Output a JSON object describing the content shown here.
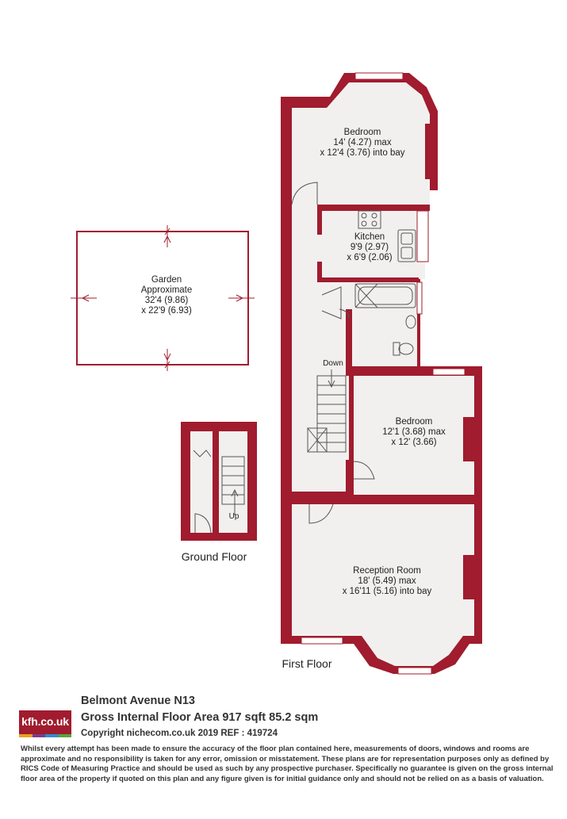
{
  "colors": {
    "wall": "#a01c2e",
    "floor": "#f2f0ee",
    "text": "#222222"
  },
  "rooms": {
    "bedroom_top": {
      "name": "Bedroom",
      "line1": "14' (4.27) max",
      "line2": "x 12'4 (3.76) into bay"
    },
    "kitchen": {
      "name": "Kitchen",
      "line1": "9'9 (2.97)",
      "line2": "x 6'9 (2.06)"
    },
    "bedroom_mid": {
      "name": "Bedroom",
      "line1": "12'1 (3.68) max",
      "line2": "x 12' (3.66)"
    },
    "reception": {
      "name": "Reception Room",
      "line1": "18' (5.49) max",
      "line2": "x 16'11 (5.16) into bay"
    },
    "garden": {
      "name": "Garden",
      "line1": "Approximate",
      "line2": "32'4 (9.86)",
      "line3": "x 22'9 (6.93)"
    }
  },
  "stairs": {
    "down_label": "Down",
    "up_label": "Up"
  },
  "floors": {
    "ground": "Ground Floor",
    "first": "First Floor"
  },
  "footer": {
    "logo": "kfh.co.uk",
    "logo_stripes": [
      "#e8a01e",
      "#7a3d8c",
      "#2f8fc9",
      "#5aa33c"
    ],
    "address": "Belmont Avenue N13",
    "gross_area": "Gross Internal Floor Area 917 sqft 85.2 sqm",
    "copyright": "Copyright nichecom.co.uk 2019 REF : 419724",
    "disclaimer": "Whilst every attempt has been made to ensure the accuracy of the floor plan contained here, measurements of doors, windows and rooms are approximate and no responsibility is taken for any error, omission or misstatement.  These plans are for representation purposes only as defined by RICS Code of Measuring Practice and should be used as such by any prospective purchaser.  Specifically no guarantee is given on the gross internal floor area of the property if quoted on this plan and any figure given is for initial guidance only and should not be relied on as a basis of valuation."
  }
}
